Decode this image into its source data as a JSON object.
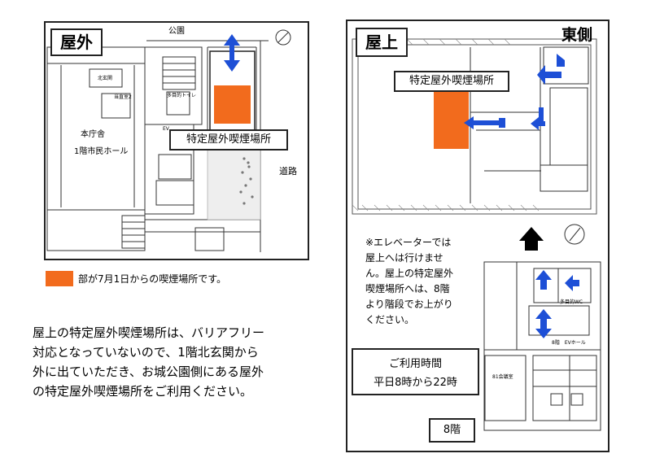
{
  "outdoor": {
    "title": "屋外",
    "park": "公園",
    "road": "道路",
    "smoking_area": "特定屋外喫煙場所",
    "main_building_1": "本庁舎",
    "main_building_2": "1階市民ホール",
    "north_entrance": "北玄関",
    "room_2": "当直室2",
    "multi_toilet": "多目的トイレ",
    "ev": "EV"
  },
  "rooftop": {
    "title": "屋上",
    "east_side": "東側",
    "smoking_area": "特定屋外喫煙場所"
  },
  "floor8": {
    "floor_label": "8階",
    "hall": "8階　EVホール",
    "multi": "多目的WC",
    "dining": "81会議室"
  },
  "legend": {
    "text": "部が7月1日からの喫煙場所です。",
    "swatch_color": "#f26b1d"
  },
  "notes": {
    "main": [
      "屋上の特定屋外喫煙場所は、バリアフリー",
      "対応となっていないので、1階北玄関から",
      "外に出ていただき、お城公園側にある屋外",
      "の特定屋外喫煙場所をご利用ください。"
    ],
    "elevator": [
      "※エレベーターでは",
      "屋上へは行けませ",
      "ん。屋上の特定屋外",
      "喫煙場所へは、8階",
      "より階段でお上がり",
      "ください。"
    ],
    "hours_title": "ご利用時間",
    "hours_value": "平日8時から22時"
  },
  "colors": {
    "orange": "#f26b1d",
    "arrow_blue": "#1d4fd6"
  }
}
